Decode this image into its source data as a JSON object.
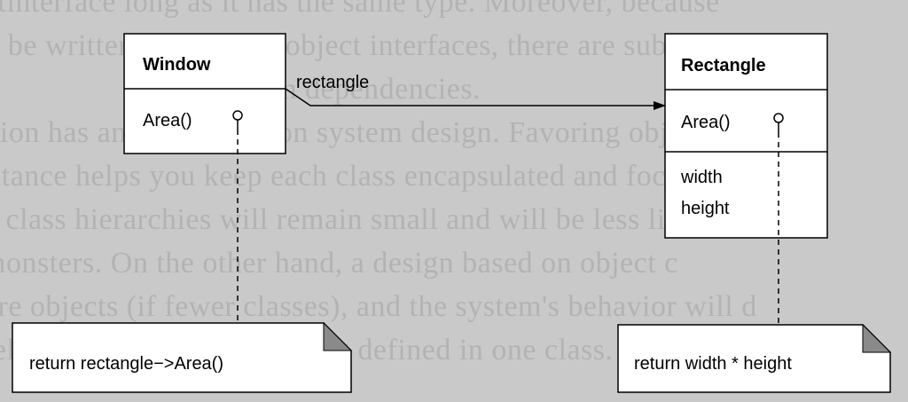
{
  "background_text": [
    "ntinterface long as it has the same type. Moreover, because",
    "ll be written in terms of object interfaces, there are substa",
    "on dependencies.",
    "ition has another effect on system design. Favoring object",
    "ritance helps you keep each class encapsulated and focu",
    "d class hierarchies will remain small and will be less lik",
    "monsters. On the other hand, a design based on object c",
    "ore objects (if fewer classes), and the system's behavior will d",
    "relationships instead of being defined in one class."
  ],
  "classes": {
    "window": {
      "name": "Window",
      "operations": [
        "Area()"
      ]
    },
    "rectangle": {
      "name": "Rectangle",
      "operations": [
        "Area()"
      ],
      "attributes": [
        "width",
        "height"
      ]
    }
  },
  "association": {
    "label": "rectangle"
  },
  "notes": {
    "window_note": "return rectangle−>Area()",
    "rectangle_note": "return width * height"
  }
}
